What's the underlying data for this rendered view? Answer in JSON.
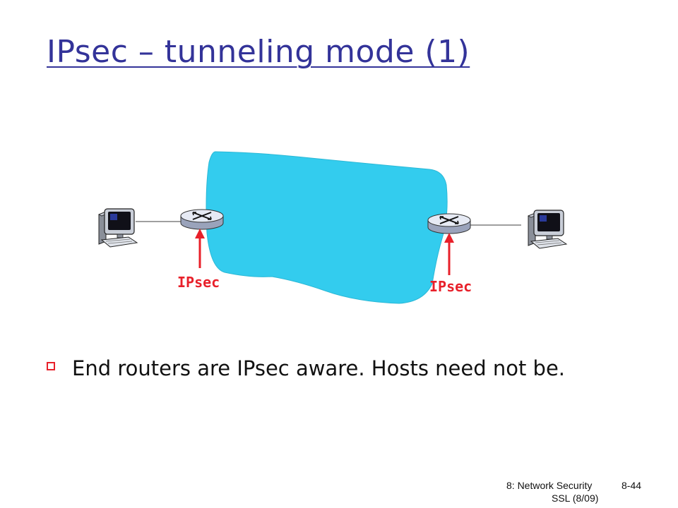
{
  "slide": {
    "title": "IPsec – tunneling mode (1)",
    "bullets": [
      "End routers are IPsec aware. Hosts need not be."
    ],
    "footer": {
      "course": "8: Network Security",
      "sub": "SSL (8/09)",
      "page": "8-44"
    }
  },
  "diagram": {
    "labels": {
      "left": "IPsec",
      "right": "IPsec"
    },
    "colors": {
      "cloud": "#33ccee",
      "arrow": "#e8202a",
      "router": "#dde3f0",
      "link": "#666666"
    },
    "icons": [
      "host-computer-icon",
      "router-icon",
      "router-icon",
      "host-computer-icon"
    ]
  }
}
